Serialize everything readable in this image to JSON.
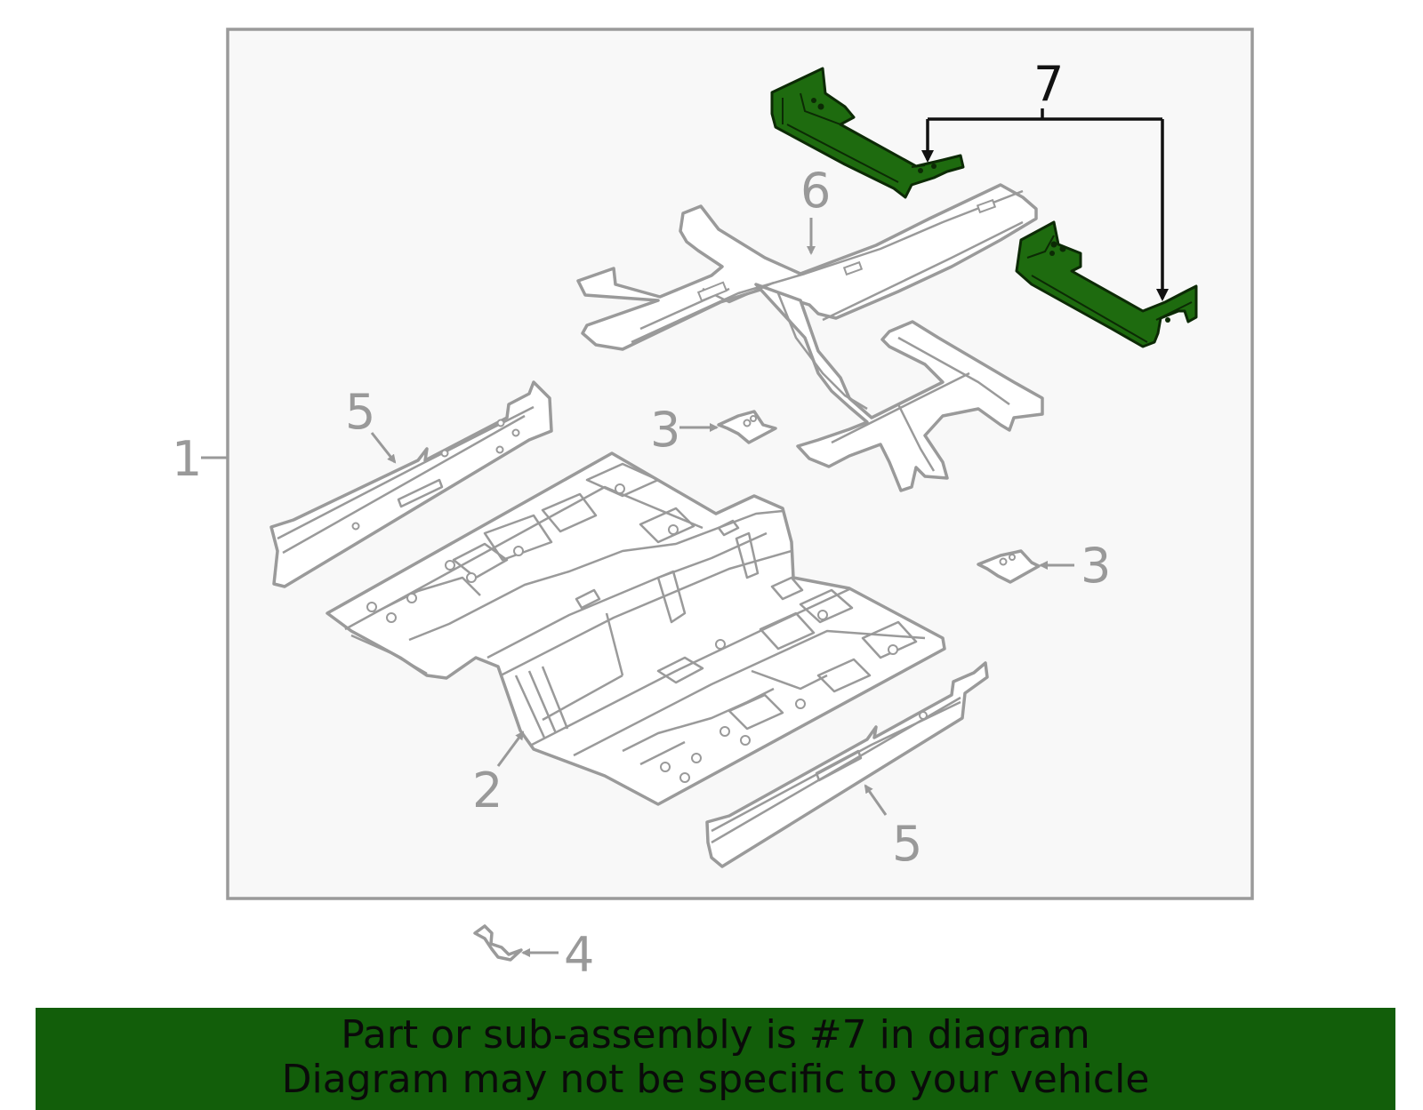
{
  "callouts": {
    "c1": "1",
    "c2": "2",
    "c3a": "3",
    "c3b": "3",
    "c4": "4",
    "c5a": "5",
    "c5b": "5",
    "c6": "6",
    "c7": "7"
  },
  "banner": {
    "line1": "Part or sub-assembly is #7 in diagram",
    "line2": "Diagram may not be specific to your vehicle"
  },
  "colors": {
    "highlight": "#1e6b0f",
    "banner": "#125e0a",
    "outline": "#9a9a9a",
    "frame_bg": "#f8f8f8"
  }
}
